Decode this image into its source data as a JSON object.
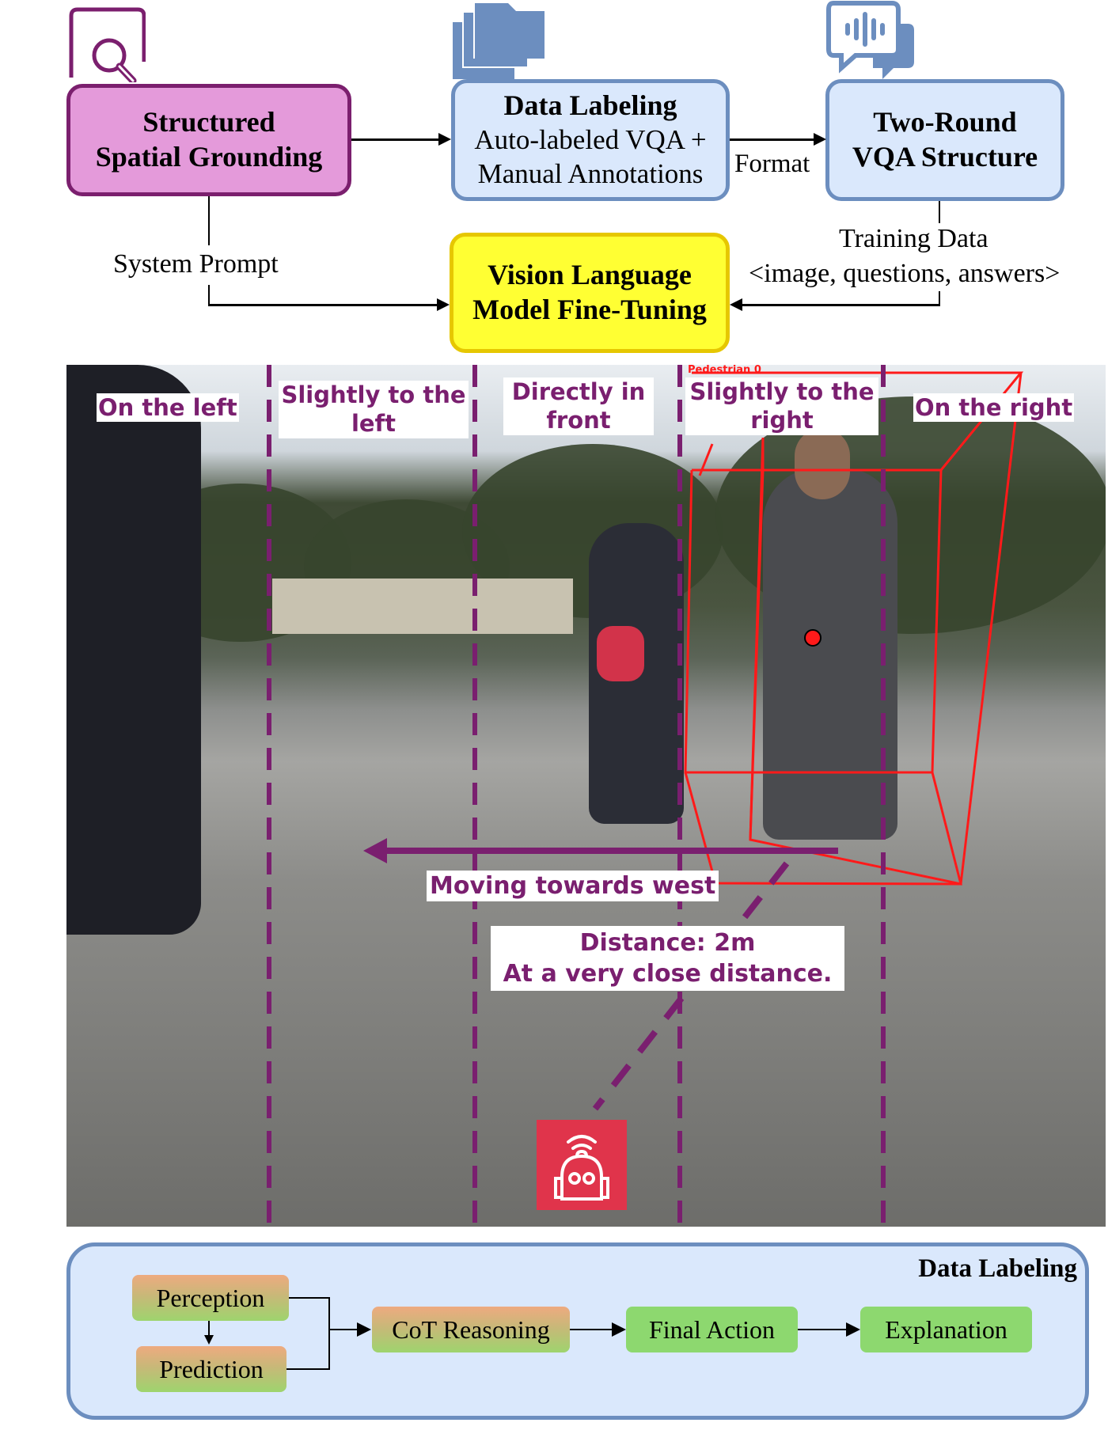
{
  "diagram": {
    "top_flow": {
      "structured": {
        "line1": "Structured",
        "line2": "Spatial Grounding",
        "icon": "magnifier-icon",
        "border_color": "#7B1F6E",
        "fill_color": "#E49ADA"
      },
      "data_labeling": {
        "title": "Data Labeling",
        "line1": "Auto-labeled VQA +",
        "line2": "Manual Annotations",
        "icon": "folder-stack-icon",
        "border_color": "#6C8EBF",
        "fill_color": "#DAE8FC"
      },
      "two_round": {
        "line1": "Two-Round",
        "line2": "VQA Structure",
        "icon": "chat-voice-icon"
      },
      "format_label": "Format",
      "system_prompt_label": "System Prompt",
      "training_data_label": "Training Data",
      "training_data_tuple": "<image, questions, answers>",
      "vlm": {
        "line1": "Vision Language",
        "line2": "Model Fine-Tuning",
        "fill_color": "#FFFF33",
        "border_color": "#E6C700"
      }
    },
    "scene": {
      "zones": [
        {
          "label": "On the left"
        },
        {
          "label_line1": "Slightly to the",
          "label_line2": "left"
        },
        {
          "label_line1": "Directly in",
          "label_line2": "front"
        },
        {
          "label_line1": "Slightly to the",
          "label_line2": "right"
        },
        {
          "label": "On the right"
        }
      ],
      "object_tag": "Pedestrian 0",
      "motion_label": "Moving towards west",
      "distance_line1": "Distance: 2m",
      "distance_line2": "At a very close distance.",
      "annotation_color": "#7A1F6F",
      "bbox_color": "#FF1A1A",
      "robot_icon": "robot-icon",
      "robot_color": "#E0344B"
    },
    "bottom_panel": {
      "title": "Data Labeling",
      "stages": [
        "Perception",
        "Prediction",
        "CoT Reasoning",
        "Final Action",
        "Explanation"
      ]
    }
  }
}
